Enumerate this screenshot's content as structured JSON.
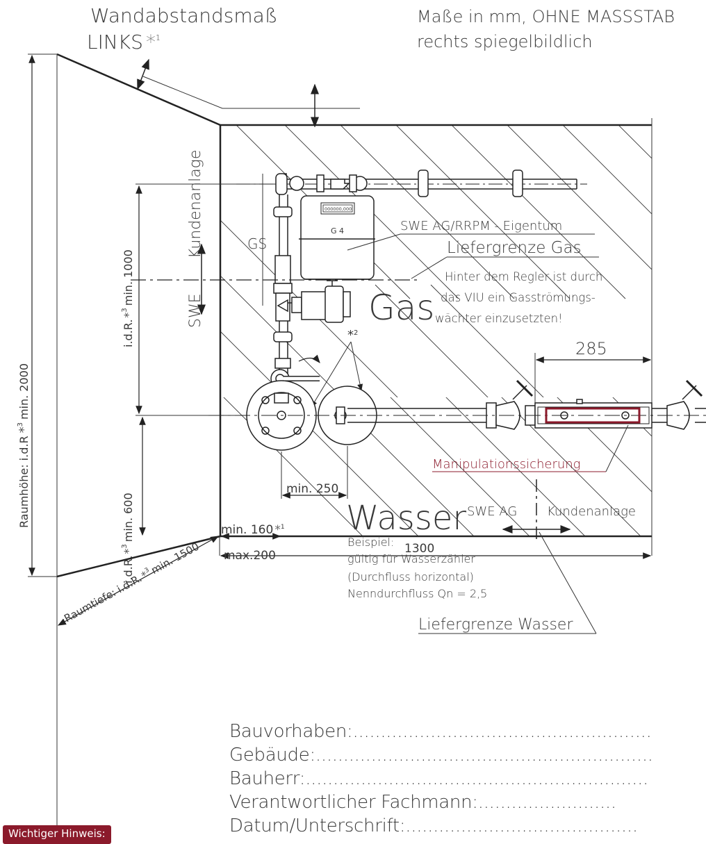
{
  "header": {
    "wall_distance_title": "Wandabstandsmaß",
    "wall_distance_side": "LINKS",
    "wall_distance_note_mark": "1",
    "units_note": "Maße in mm, OHNE MASSSTAB",
    "mirror_note": "rechts spiegelbildlich"
  },
  "dimensions": {
    "room_height": "Raumhöhe: i.d.R",
    "room_height_value": "min. 2000",
    "room_height_mark": "3",
    "room_depth": "Raumtiefe: i.d.R.",
    "room_depth_value": "min. 1500",
    "room_depth_mark": "3",
    "gas_height": "i.d.R.",
    "gas_height_value": "min. 1000",
    "gas_height_mark": "3",
    "water_height": "i.d.R.",
    "water_height_value": "min. 600",
    "water_height_mark": "3",
    "width": "1300",
    "meter_length": "285",
    "spacing": "min. 250",
    "wall_min": "min. 160",
    "wall_min_mark": "1",
    "wall_max": "max.200"
  },
  "gas": {
    "label": "Gas",
    "customer_system": "Kundenanlage",
    "gs": "GS",
    "swe": "SWE",
    "ownership": "SWE AG/RRPM - Eigentum",
    "delivery_boundary": "Liefergrenze Gas",
    "note_line1": "Hinter dem Regler ist durch",
    "note_line2": "das VIU ein Gasströmungs-",
    "note_line3": "wächter einzusetzten!",
    "meter_type": "G 4",
    "meter_counter": "000000,000",
    "clearance_mark": "2"
  },
  "water": {
    "label": "Wasser",
    "swe_ag": "SWE AG",
    "customer_system": "Kundenanlage",
    "tamper_protection": "Manipulationssicherung",
    "example_line1": "Beispiel:",
    "example_line2": "gültig für Wasserzähler",
    "example_line3": "(Durchfluss horizontal)",
    "example_line4": "Nenndurchfluss  Qn = 2,5",
    "delivery_boundary": "Liefergrenze Wasser"
  },
  "form": {
    "project": "Bauvorhaben:......................................................",
    "building": "Gebäude:.............................................................",
    "builder": "Bauherr:..............................................................",
    "responsible": "Verantwortlicher Fachmann:.........................",
    "date_signature": "Datum/Unterschrift:.........................................."
  },
  "notice": {
    "label": "Wichtiger Hinweis:"
  },
  "colors": {
    "accent": "#8b1a2b",
    "line": "#222222",
    "text": "#3a3a3a"
  }
}
